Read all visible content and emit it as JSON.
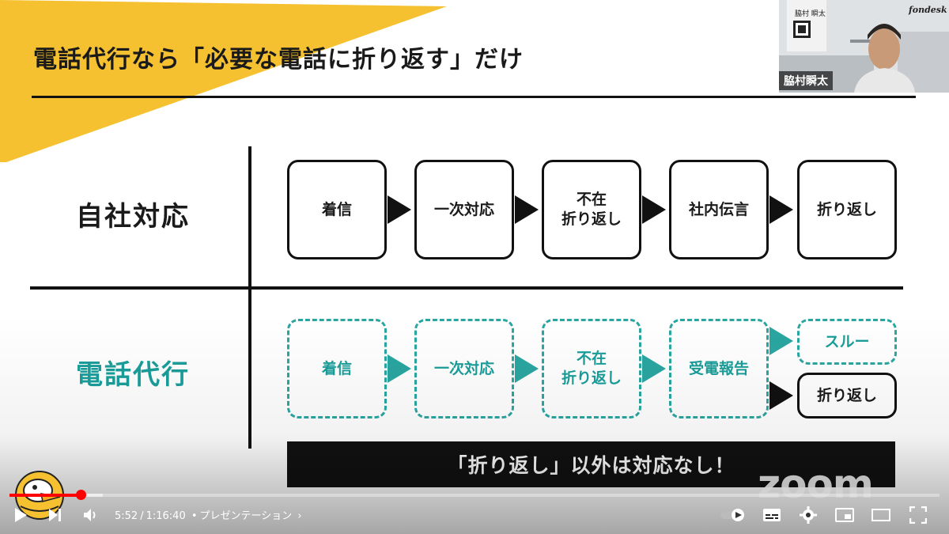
{
  "slide": {
    "title": "電話代行なら「必要な電話に折り返す」だけ",
    "self_label": "自社対応",
    "agent_label": "電話代行",
    "self_flow": [
      {
        "text": "着信"
      },
      {
        "text": "一次対応"
      },
      {
        "text": "不在\n折り返し"
      },
      {
        "text": "社内伝言"
      },
      {
        "text": "折り返し"
      }
    ],
    "agent_flow": [
      {
        "text": "着信"
      },
      {
        "text": "一次対応"
      },
      {
        "text": "不在\n折り返し"
      },
      {
        "text": "受電報告"
      }
    ],
    "agent_branch_through": "スルー",
    "agent_branch_callback": "折り返し",
    "banner": "「折り返し」以外は対応なし！",
    "watermark": "zoom"
  },
  "webcam": {
    "presenter_name": "脇村瞬太",
    "card_name": "脇村 瞬太",
    "brand": "fondesk"
  },
  "player": {
    "current_time": "5:52",
    "separator": "/",
    "duration": "1:16:40",
    "chapter_prefix": "•",
    "chapter": "プレゼンテーション",
    "chapter_chevron": "›",
    "progress": 0.0764,
    "buffered": 0.1,
    "icons": {
      "play": "play-icon",
      "next": "next-icon",
      "volume": "volume-icon",
      "autoplay": "autoplay-toggle-icon",
      "subtitles": "subtitles-icon",
      "settings": "gear-icon",
      "miniplayer": "miniplayer-icon",
      "theater": "theater-mode-icon",
      "fullscreen": "fullscreen-icon"
    },
    "colors": {
      "progress": "#ff0000",
      "accent_yellow": "#f5c130",
      "teal": "#2aa6a1"
    }
  }
}
